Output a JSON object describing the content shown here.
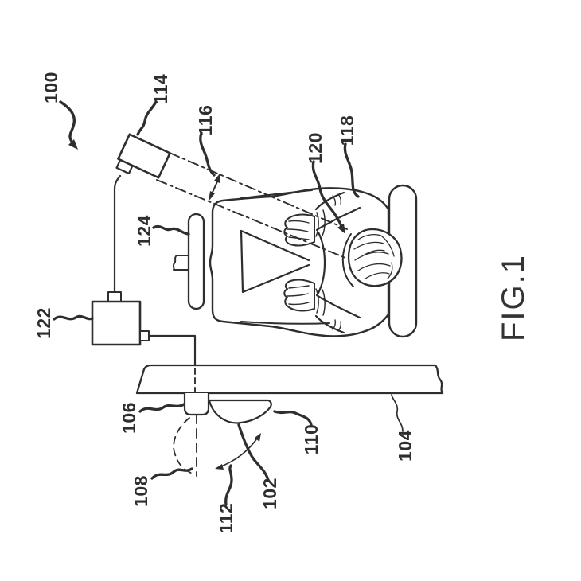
{
  "figure": {
    "caption": "FIG.1",
    "ink_color": "#2e2e2e",
    "background": "#ffffff",
    "labels": {
      "n100": "100",
      "n102": "102",
      "n104": "104",
      "n106": "106",
      "n108": "108",
      "n110": "110",
      "n112": "112",
      "n114": "114",
      "n116": "116",
      "n118": "118",
      "n120": "120",
      "n122": "122",
      "n124": "124"
    }
  }
}
